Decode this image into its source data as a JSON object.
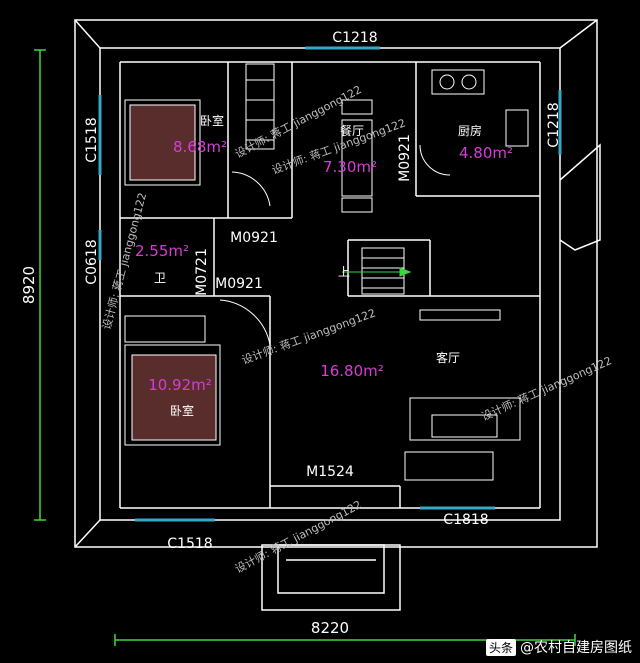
{
  "plan": {
    "windows": {
      "top": "C1218",
      "left_upper": "C1518",
      "left_small": "C0618",
      "kitchen_right": "C1218",
      "bottom_left": "C1518",
      "bottom_right": "C1818"
    },
    "doors": {
      "bedroom_upper": "M0921",
      "bath": "M0921",
      "dining": "M0921",
      "bath_vertical": "M0721",
      "entrance": "M1524"
    },
    "rooms": {
      "bedroom_upper": {
        "name": "卧室",
        "area": "8.68m²"
      },
      "dining": {
        "name": "餐厅",
        "area": "7.30m²"
      },
      "kitchen": {
        "name": "厨房",
        "area": "4.80m²"
      },
      "bath": {
        "name": "卫",
        "area": "2.55m²"
      },
      "living": {
        "name": "客厅",
        "area": "16.80m²"
      },
      "bedroom_lower": {
        "name": "卧室",
        "area": "10.92m²"
      }
    },
    "stair_label": "上",
    "dimensions": {
      "width": "8220",
      "height": "8920"
    },
    "watermarks": [
      "设计师: 蒋工 jianggong122",
      "设计师: 蒋工 jianggong122",
      "设计师: 蒋工 jianggong122",
      "设计师: 蒋工 jianggong122",
      "设计师: 蒋工 jianggong122",
      "设计师: 蒋工 jianggong122"
    ]
  },
  "footer": {
    "brand": "头条",
    "handle": "@农村自建房图纸"
  }
}
